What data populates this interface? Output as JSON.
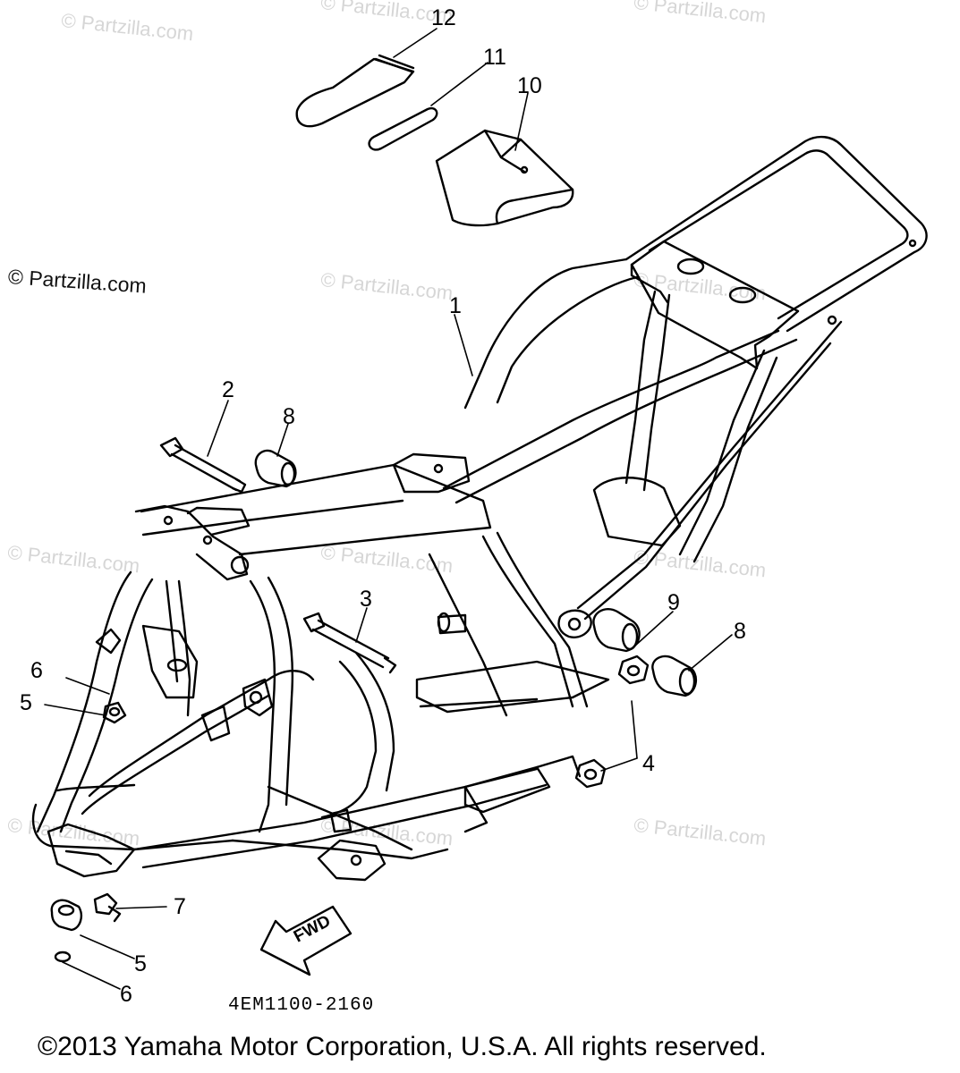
{
  "watermark": {
    "text": "© Partzilla.com"
  },
  "site_note": "© Partzilla.com",
  "callouts": {
    "c12": "12",
    "c11": "11",
    "c10": "10",
    "c1": "1",
    "c2": "2",
    "c8a": "8",
    "c3": "3",
    "c9": "9",
    "c8b": "8",
    "c6a": "6",
    "c5a": "5",
    "c4": "4",
    "c7": "7",
    "c5b": "5",
    "c6b": "6"
  },
  "fwd_label": "FWD",
  "part_code": "4EM1100-2160",
  "copyright": "©2013 Yamaha Motor Corporation, U.S.A. All rights reserved."
}
